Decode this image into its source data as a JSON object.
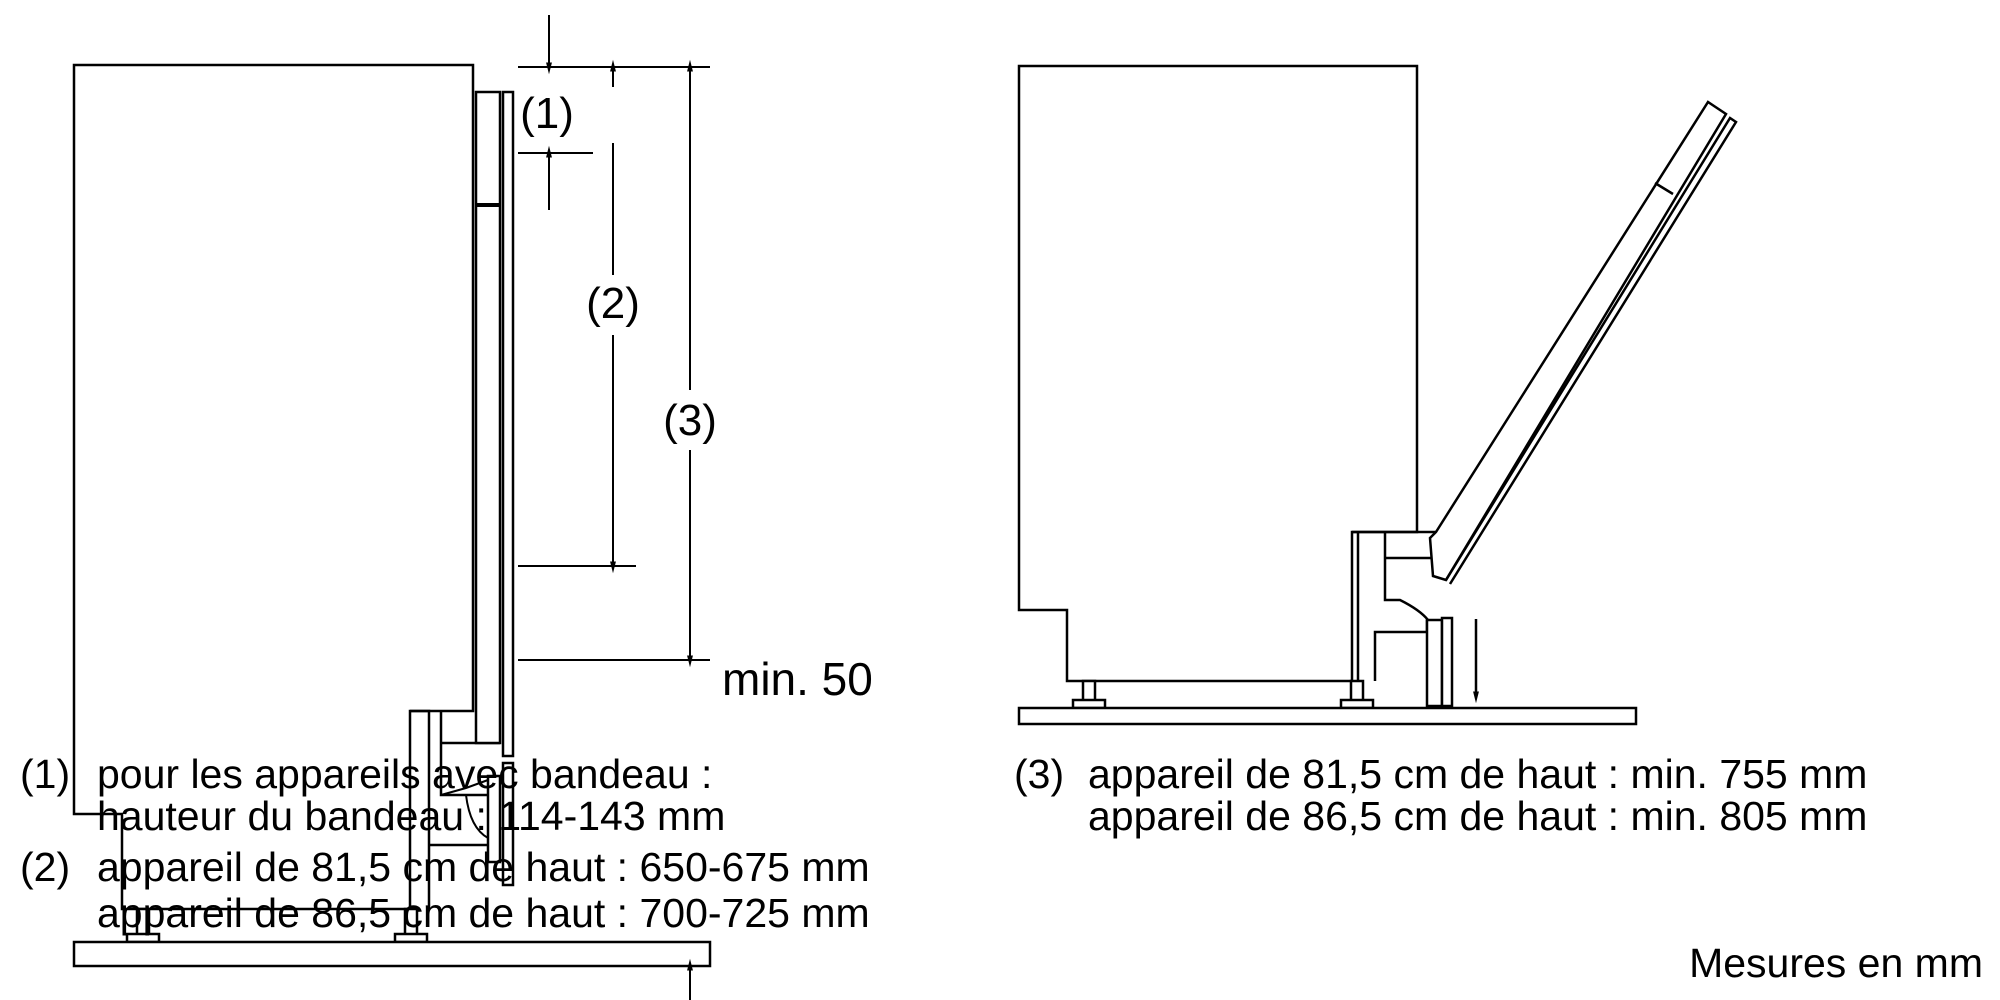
{
  "left_diagram": {
    "label_1": "(1)",
    "label_2": "(2)",
    "label_3": "(3)",
    "min_label": "min. 50"
  },
  "legend_left": [
    {
      "num": "(1)",
      "lines": [
        "pour les appareils avec bandeau :",
        "hauteur du bandeau : 114-143 mm"
      ]
    },
    {
      "num": "(2)",
      "lines": [
        "appareil de 81,5 cm de haut : 650-675 mm",
        "appareil de 86,5 cm de haut : 700-725 mm"
      ]
    }
  ],
  "legend_right": [
    {
      "num": "(3)",
      "lines": [
        "appareil de 81,5 cm de haut : min. 755 mm",
        "appareil de 86,5 cm de haut : min. 805 mm"
      ]
    }
  ],
  "units_note": "Mesures en mm"
}
